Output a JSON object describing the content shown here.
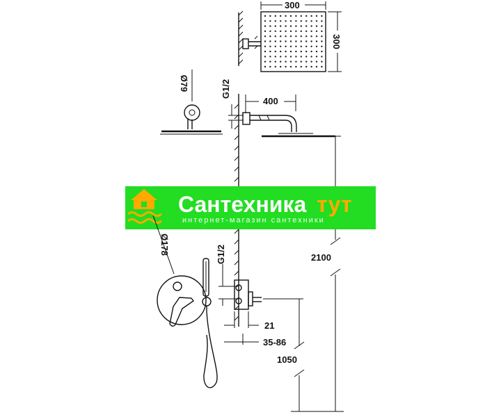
{
  "dimensions": {
    "head_width": "300",
    "head_height": "300",
    "small_head_diameter": "Ø79",
    "thread_top": "G1/2",
    "arm_length": "400",
    "total_height": "2100",
    "plate_diameter": "Ø178",
    "thread_bottom": "G1/2",
    "recess_depth": "21",
    "adjust_range": "35-86",
    "mixer_height": "1050"
  },
  "watermark": {
    "brand_main": "Сантехника",
    "brand_accent": "тут",
    "tagline": "интернет-магазин сантехники",
    "colors": {
      "band": "#22dd22",
      "text": "#ffffff",
      "accent": "#ffaa00",
      "icon": "#ffaa00"
    }
  }
}
